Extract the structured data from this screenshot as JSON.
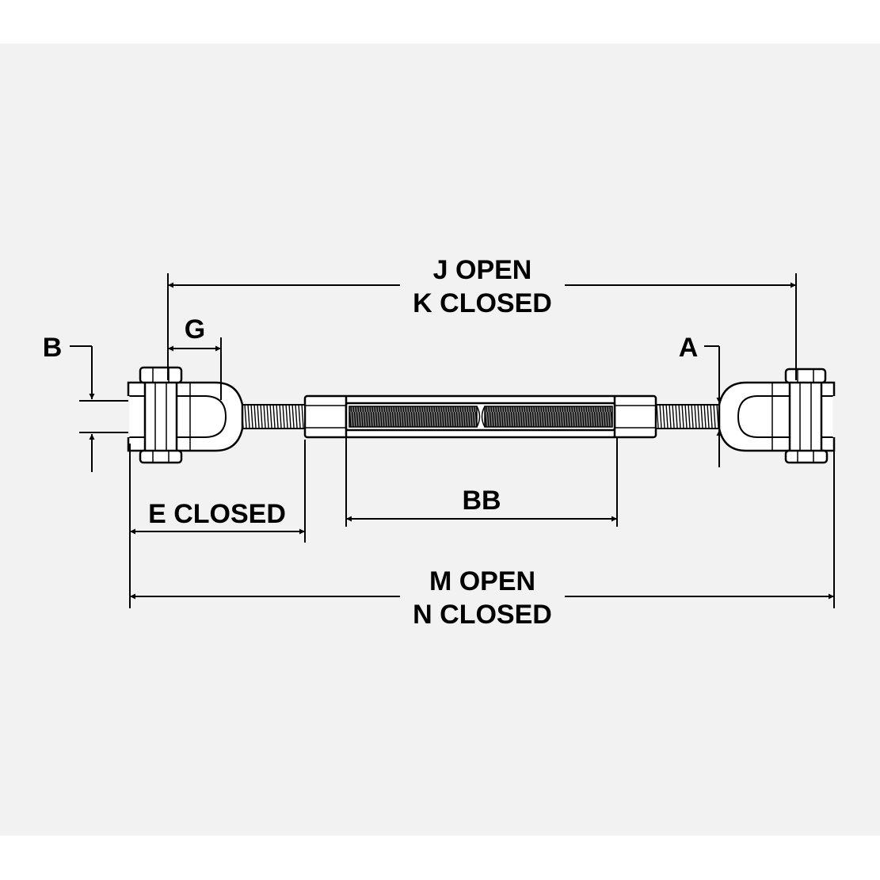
{
  "colors": {
    "background": "#f2f2f2",
    "ink": "#000000",
    "paper": "#ffffff"
  },
  "labels": {
    "j_open": "J  OPEN",
    "k_closed": "K  CLOSED",
    "g": "G",
    "b": "B",
    "a": "A",
    "e_closed": "E  CLOSED",
    "bb": "BB",
    "m_open": "M  OPEN",
    "n_closed": "N  CLOSED"
  }
}
